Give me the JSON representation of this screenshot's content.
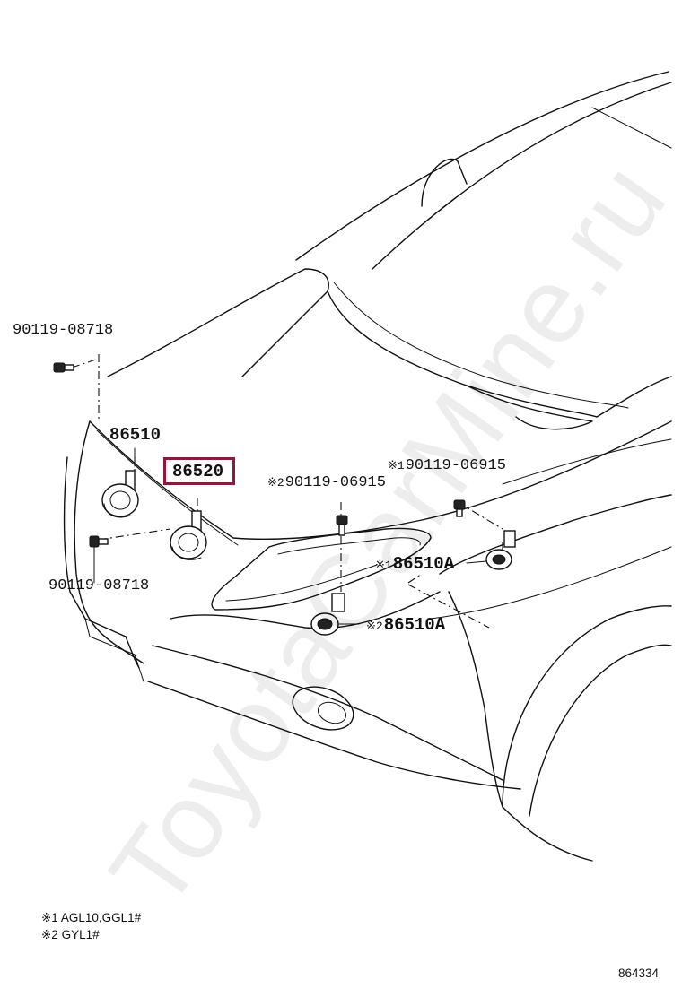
{
  "watermark": "ToyotaCarMine.ru",
  "labels": {
    "bolt_top_left": "90119-08718",
    "horn_left_upper": "86510",
    "horn_selected": "86520",
    "bolt_mid_left": "90119-08718",
    "bolt_center": "90119-06915",
    "bolt_center_mark": "※2",
    "bolt_right": "90119-06915",
    "bolt_right_mark": "※1",
    "horn_right_a1": "86510A",
    "horn_right_a1_mark": "※1",
    "horn_right_a2": "86510A",
    "horn_right_a2_mark": "※2"
  },
  "notes": [
    "※1 AGL10,GGL1#",
    "※2 GYL1#"
  ],
  "diagram_code": "864334",
  "highlight_color": "#8b1a3c"
}
